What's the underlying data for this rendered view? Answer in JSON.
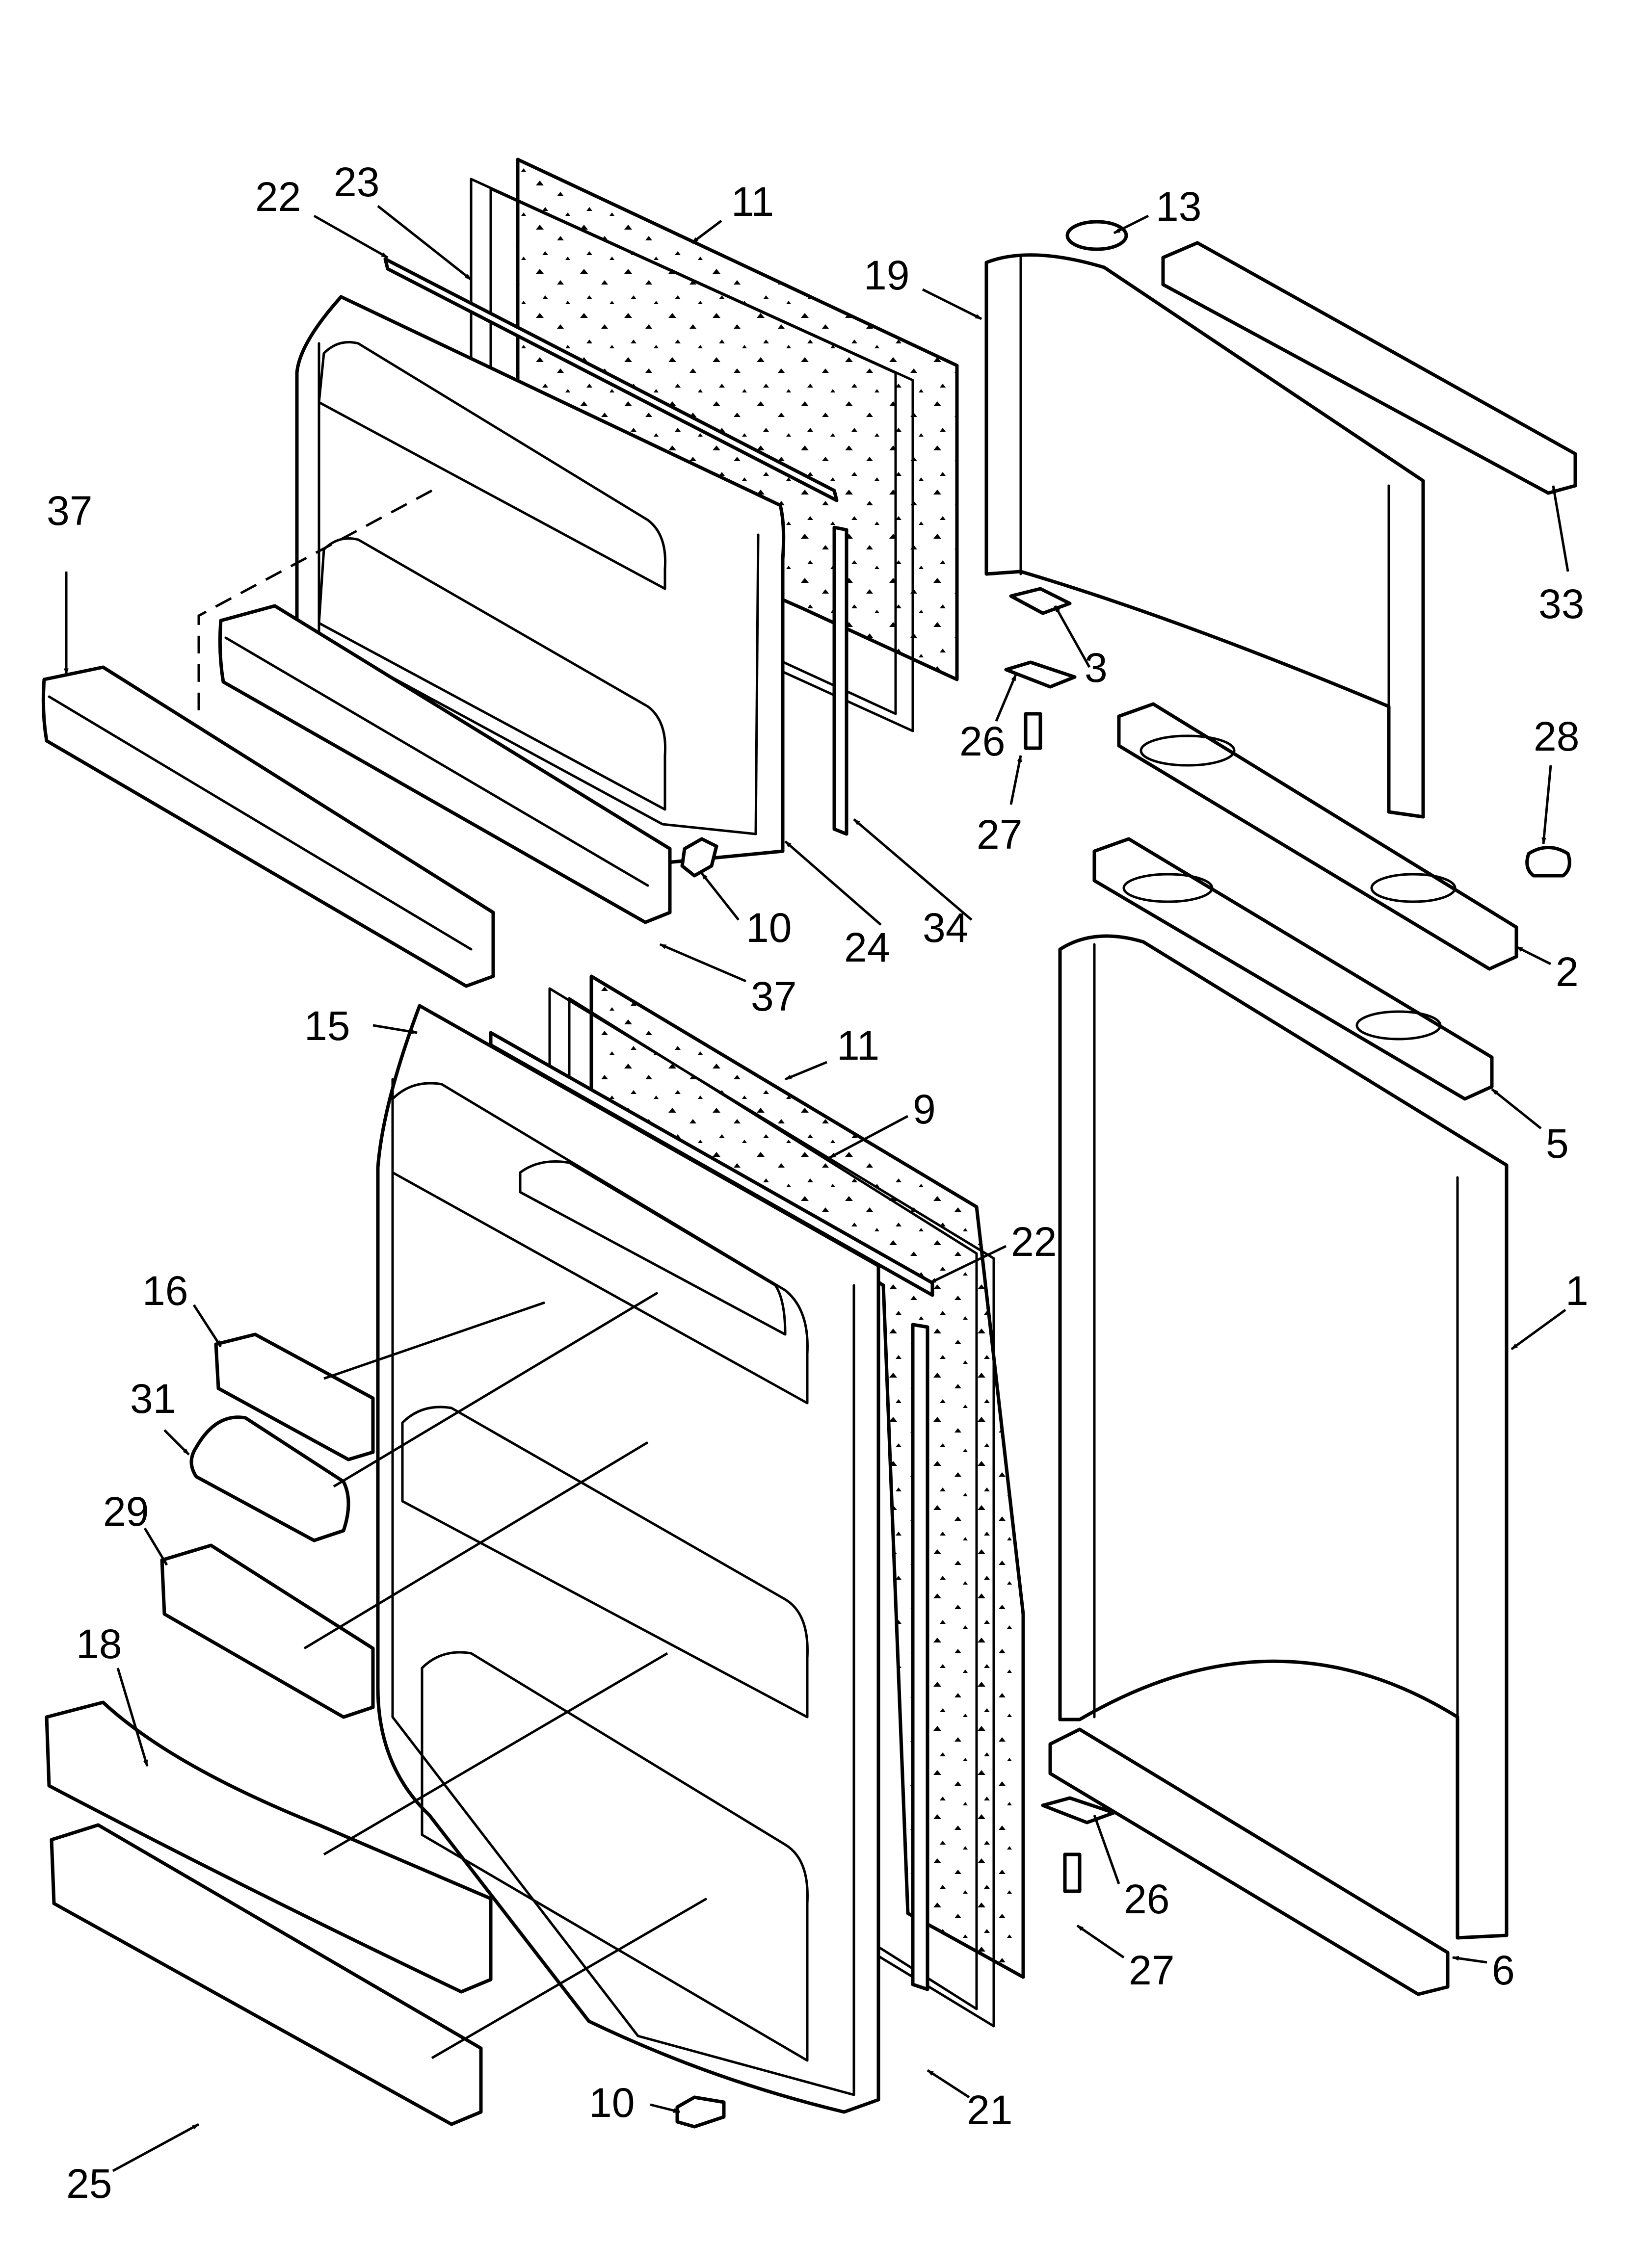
{
  "callouts": [
    {
      "id": "c22a",
      "label": "22"
    },
    {
      "id": "c23",
      "label": "23"
    },
    {
      "id": "c11a",
      "label": "11"
    },
    {
      "id": "c19",
      "label": "19"
    },
    {
      "id": "c13",
      "label": "13"
    },
    {
      "id": "c37a",
      "label": "37"
    },
    {
      "id": "c33",
      "label": "33"
    },
    {
      "id": "c3",
      "label": "3"
    },
    {
      "id": "c28",
      "label": "28"
    },
    {
      "id": "c26a",
      "label": "26"
    },
    {
      "id": "c27a",
      "label": "27"
    },
    {
      "id": "c10a",
      "label": "10"
    },
    {
      "id": "c24",
      "label": "24"
    },
    {
      "id": "c34",
      "label": "34"
    },
    {
      "id": "c2",
      "label": "2"
    },
    {
      "id": "c37b",
      "label": "37"
    },
    {
      "id": "c15",
      "label": "15"
    },
    {
      "id": "c11b",
      "label": "11"
    },
    {
      "id": "c9",
      "label": "9"
    },
    {
      "id": "c5",
      "label": "5"
    },
    {
      "id": "c22b",
      "label": "22"
    },
    {
      "id": "c16",
      "label": "16"
    },
    {
      "id": "c1",
      "label": "1"
    },
    {
      "id": "c31",
      "label": "31"
    },
    {
      "id": "c29",
      "label": "29"
    },
    {
      "id": "c18",
      "label": "18"
    },
    {
      "id": "c26b",
      "label": "26"
    },
    {
      "id": "c27b",
      "label": "27"
    },
    {
      "id": "c6",
      "label": "6"
    },
    {
      "id": "c10b",
      "label": "10"
    },
    {
      "id": "c25",
      "label": "25"
    },
    {
      "id": "c21",
      "label": "21"
    }
  ]
}
